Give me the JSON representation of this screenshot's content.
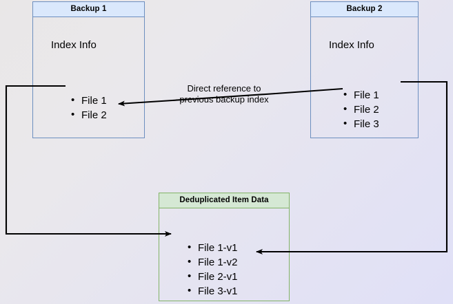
{
  "diagram": {
    "title": "Backup deduplication index reference diagram",
    "background": {
      "from": "#e9e7e7",
      "to": "#e0e0f7"
    },
    "colors": {
      "blue_border": "#6c8ebf",
      "blue_header_fill": "#dae8fc",
      "green_border": "#82b366",
      "green_header_fill": "#d5e8d4",
      "connector": "#000000"
    },
    "boxes": [
      {
        "id": "backup1",
        "header": "Backup 1",
        "section_label": "Index Info",
        "items": [
          "File 1",
          "File 2"
        ]
      },
      {
        "id": "backup2",
        "header": "Backup 2",
        "section_label": "Index Info",
        "items": [
          "File 1",
          "File 2",
          "File 3"
        ]
      },
      {
        "id": "dedup",
        "header": "Deduplicated Item Data",
        "section_label": "",
        "items": [
          "File 1-v1",
          "File 1-v2",
          "File 2-v1",
          "File 3-v1"
        ]
      }
    ],
    "connectors": {
      "center_caption_line1": "Direct reference to",
      "center_caption_line2": "previous backup index"
    }
  }
}
